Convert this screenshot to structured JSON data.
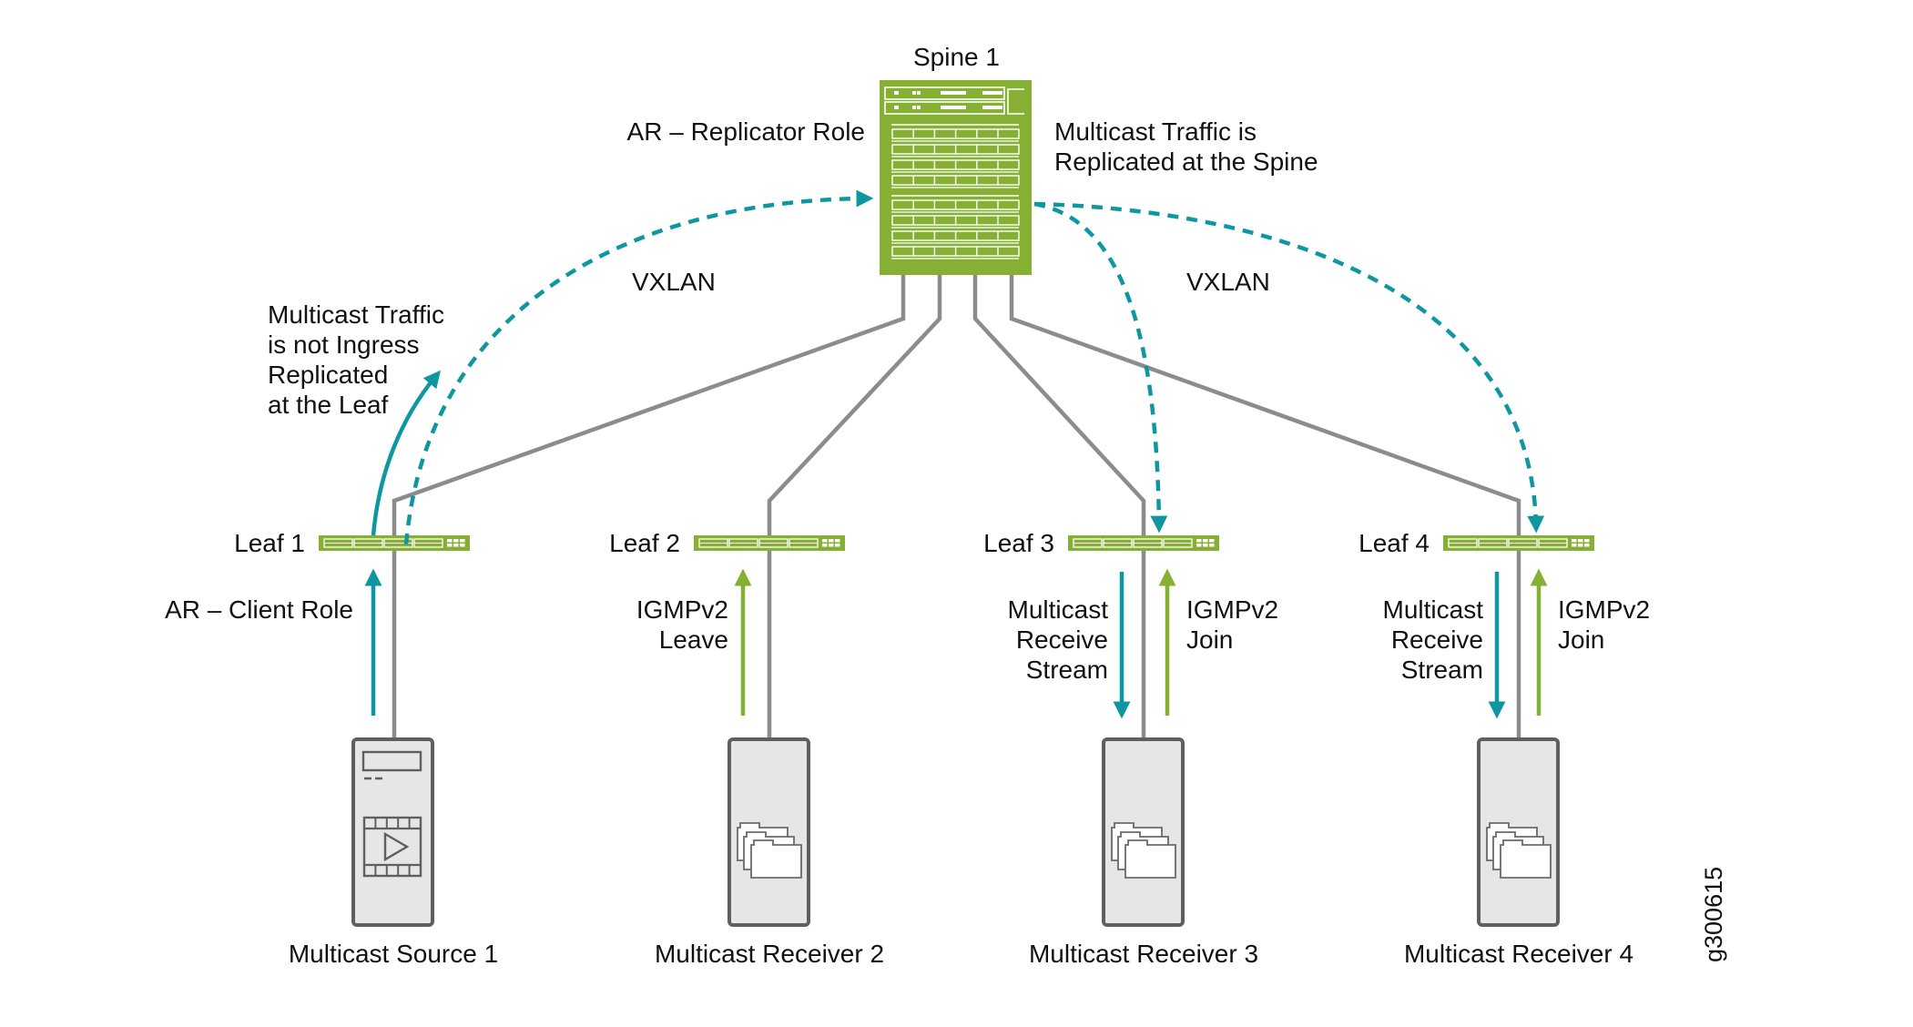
{
  "colors": {
    "switch_green": "#85b034",
    "vxlan_teal": "#0e97a0",
    "igmp_green": "#85b034",
    "link_gray": "#8c8c8e",
    "host_fill": "#e6e6e6",
    "host_stroke": "#5f5f5f",
    "text": "#111111"
  },
  "spine": {
    "name": "Spine 1",
    "role": "AR – Replicator Role",
    "note": [
      "Multicast Traffic is",
      "Replicated at the Spine"
    ]
  },
  "overlay_labels": {
    "left": "VXLAN",
    "right": "VXLAN"
  },
  "leaf1_note": [
    "Multicast Traffic",
    "is not Ingress",
    "Replicated",
    "at the Leaf"
  ],
  "leaves": [
    {
      "name": "Leaf 1",
      "role": "AR – Client Role"
    },
    {
      "name": "Leaf 2"
    },
    {
      "name": "Leaf 3"
    },
    {
      "name": "Leaf 4"
    }
  ],
  "hosts": [
    {
      "name": "Multicast Source 1",
      "icon": "video-play-icon"
    },
    {
      "name": "Multicast Receiver 2",
      "icon": "folders-icon"
    },
    {
      "name": "Multicast Receiver 3",
      "icon": "folders-icon"
    },
    {
      "name": "Multicast Receiver 4",
      "icon": "folders-icon"
    }
  ],
  "flows": {
    "leaf2_up": [
      "IGMPv2",
      "Leave"
    ],
    "leaf3_down": [
      "Multicast",
      "Receive",
      "Stream"
    ],
    "leaf3_up": [
      "IGMPv2",
      "Join"
    ],
    "leaf4_down": [
      "Multicast",
      "Receive",
      "Stream"
    ],
    "leaf4_up": [
      "IGMPv2",
      "Join"
    ]
  },
  "figure_id": "g300615"
}
